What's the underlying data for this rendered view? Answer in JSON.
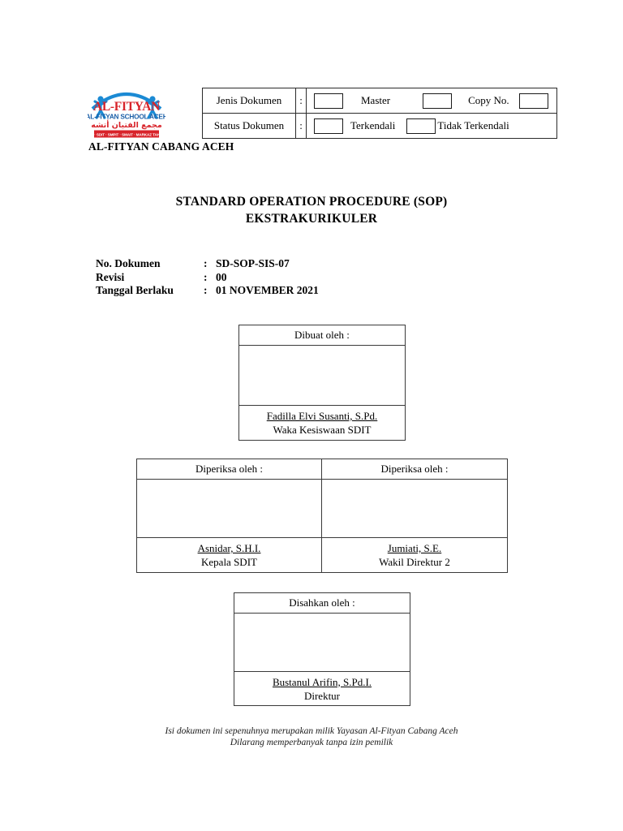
{
  "header": {
    "org_name": "AL-FITYAN CABANG ACEH",
    "logo": {
      "wordmark": "AL-FITYAN",
      "subtitle": "AL-FITYAN SCHOOL ACEH",
      "arabic": "مجمع الفتيان أتشه",
      "banner": "TKIT · SDIT · SMPIT · SMAIT · MARKAZ TAHFIZH",
      "colors": {
        "blue": "#1b8ad4",
        "red": "#d8232a"
      }
    },
    "table": {
      "rows": [
        {
          "label": "Jenis Dokumen",
          "colon": ":",
          "fields": [
            {
              "type": "checkbox",
              "name": "master-checkbox",
              "label": "Master",
              "checked": false
            },
            {
              "type": "checkbox",
              "name": "copy-no-checkbox",
              "label": "Copy No.",
              "checked": false
            },
            {
              "type": "inputbox",
              "name": "copy-no-input",
              "value": ""
            }
          ]
        },
        {
          "label": "Status Dokumen",
          "colon": ":",
          "fields": [
            {
              "type": "checkbox",
              "name": "terkendali-checkbox",
              "label": "Terkendali",
              "checked": false
            },
            {
              "type": "checkbox",
              "name": "tidak-terkendali-checkbox",
              "label": "Tidak Terkendali",
              "checked": false
            }
          ]
        }
      ],
      "labels": {
        "jenis_dokumen": "Jenis Dokumen",
        "status_dokumen": "Status Dokumen",
        "colon": ":",
        "master": "Master",
        "copy_no": "Copy No.",
        "terkendali": "Terkendali",
        "tidak_terkendali": "Tidak Terkendali"
      }
    }
  },
  "title": {
    "line1": "STANDARD OPERATION PROCEDURE (SOP)",
    "line2": "EKSTRAKURIKULER"
  },
  "meta": {
    "rows": [
      {
        "key": "No. Dokumen",
        "colon": ":",
        "value": "SD-SOP-SIS-07"
      },
      {
        "key": "Revisi",
        "colon": ":",
        "value": "00"
      },
      {
        "key": "Tanggal Berlaku",
        "colon": ":",
        "value": "01 NOVEMBER 2021"
      }
    ]
  },
  "signatures": {
    "dibuat": {
      "heading": "Dibuat oleh :",
      "name": "Fadilla Elvi Susanti, S.Pd.",
      "role": "Waka Kesiswaan SDIT"
    },
    "diperiksa_1": {
      "heading": "Diperiksa oleh :",
      "name": "Asnidar, S.H.I.",
      "role": "Kepala SDIT"
    },
    "diperiksa_2": {
      "heading": "Diperiksa oleh :",
      "name": "Jumiati, S.E.",
      "role": "Wakil Direktur 2"
    },
    "disahkan": {
      "heading": "Disahkan oleh :",
      "name": "Bustanul Arifin, S.Pd.I.",
      "role": "Direktur"
    }
  },
  "footer": {
    "line1": "Isi dokumen ini sepenuhnya merupakan milik Yayasan Al-Fityan Cabang Aceh",
    "line2": "Dilarang memperbanyak tanpa izin pemilik"
  }
}
